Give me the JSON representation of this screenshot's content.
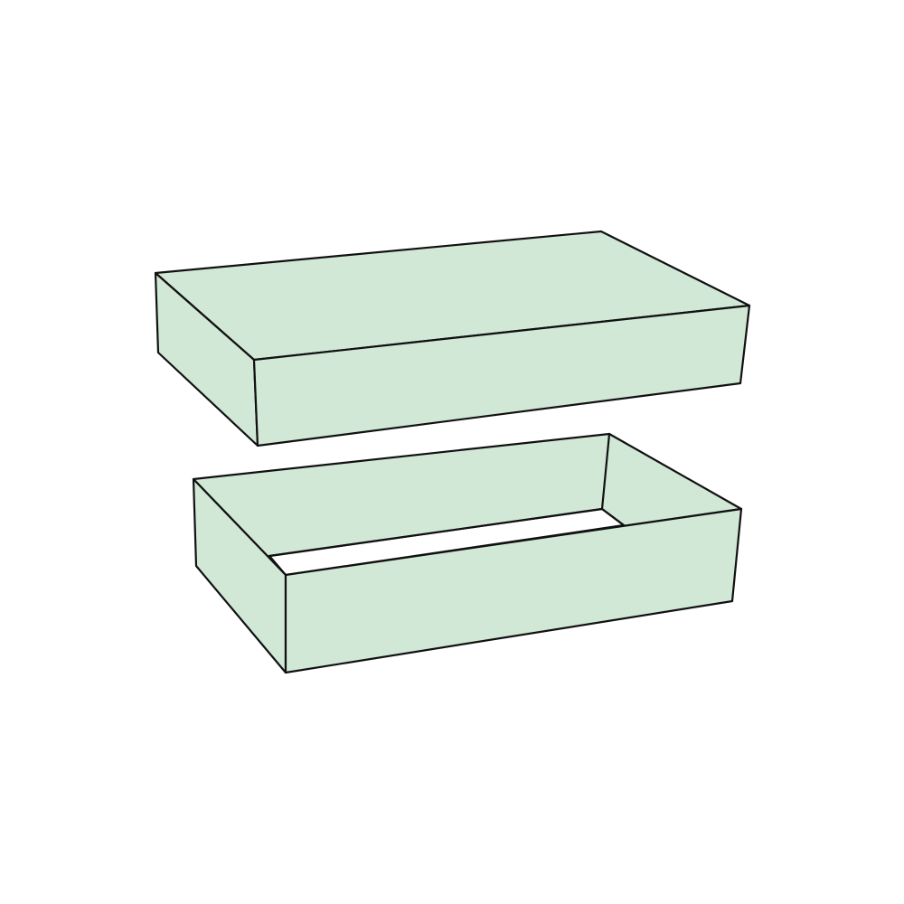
{
  "diagram": {
    "description_free": true,
    "parts": [
      {
        "id": "lid",
        "shape": "box"
      },
      {
        "id": "base",
        "shape": "open-tray"
      }
    ]
  },
  "colors": {
    "background": "#ffffff",
    "fill": "#d1e8d6",
    "stroke": "#111111",
    "interior_opening": "#ffffff"
  }
}
